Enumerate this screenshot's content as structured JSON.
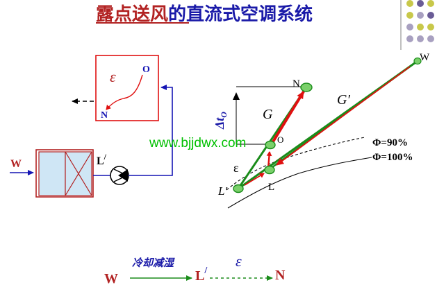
{
  "title": {
    "highlight": "露点送风",
    "rest": "的直流式空调系统"
  },
  "watermark": "www.bjjdwx.com",
  "schematic": {
    "inlet_label": "W",
    "coil_outlet_label": "L",
    "coil_outlet_prime": "/",
    "room_epsilon": "ε",
    "room_top_label": "O",
    "room_bottom_label": "N"
  },
  "diagram": {
    "point_W": "W",
    "point_N": "N",
    "point_O": "O",
    "point_L": "L",
    "point_Lp": "L′",
    "label_G": "G",
    "label_Gp": "G′",
    "label_eps": "ε",
    "label_dt_delta": "Δ",
    "label_dt_t": "t",
    "label_dt_sub": "O",
    "phi_90": "Φ=90%",
    "phi_100": "Φ=100%"
  },
  "process": {
    "start": "W",
    "step_label": "冷却减湿",
    "middle": "L",
    "middle_prime": "/",
    "eps": "ε",
    "end": "N"
  },
  "colors": {
    "title_blue": "#1a1aa8",
    "title_red": "#b22222",
    "green_line": "#1a8c1a",
    "red_line": "#e01010",
    "blue_pipe": "#1414b4",
    "coil_fill": "#cfe6f5"
  }
}
